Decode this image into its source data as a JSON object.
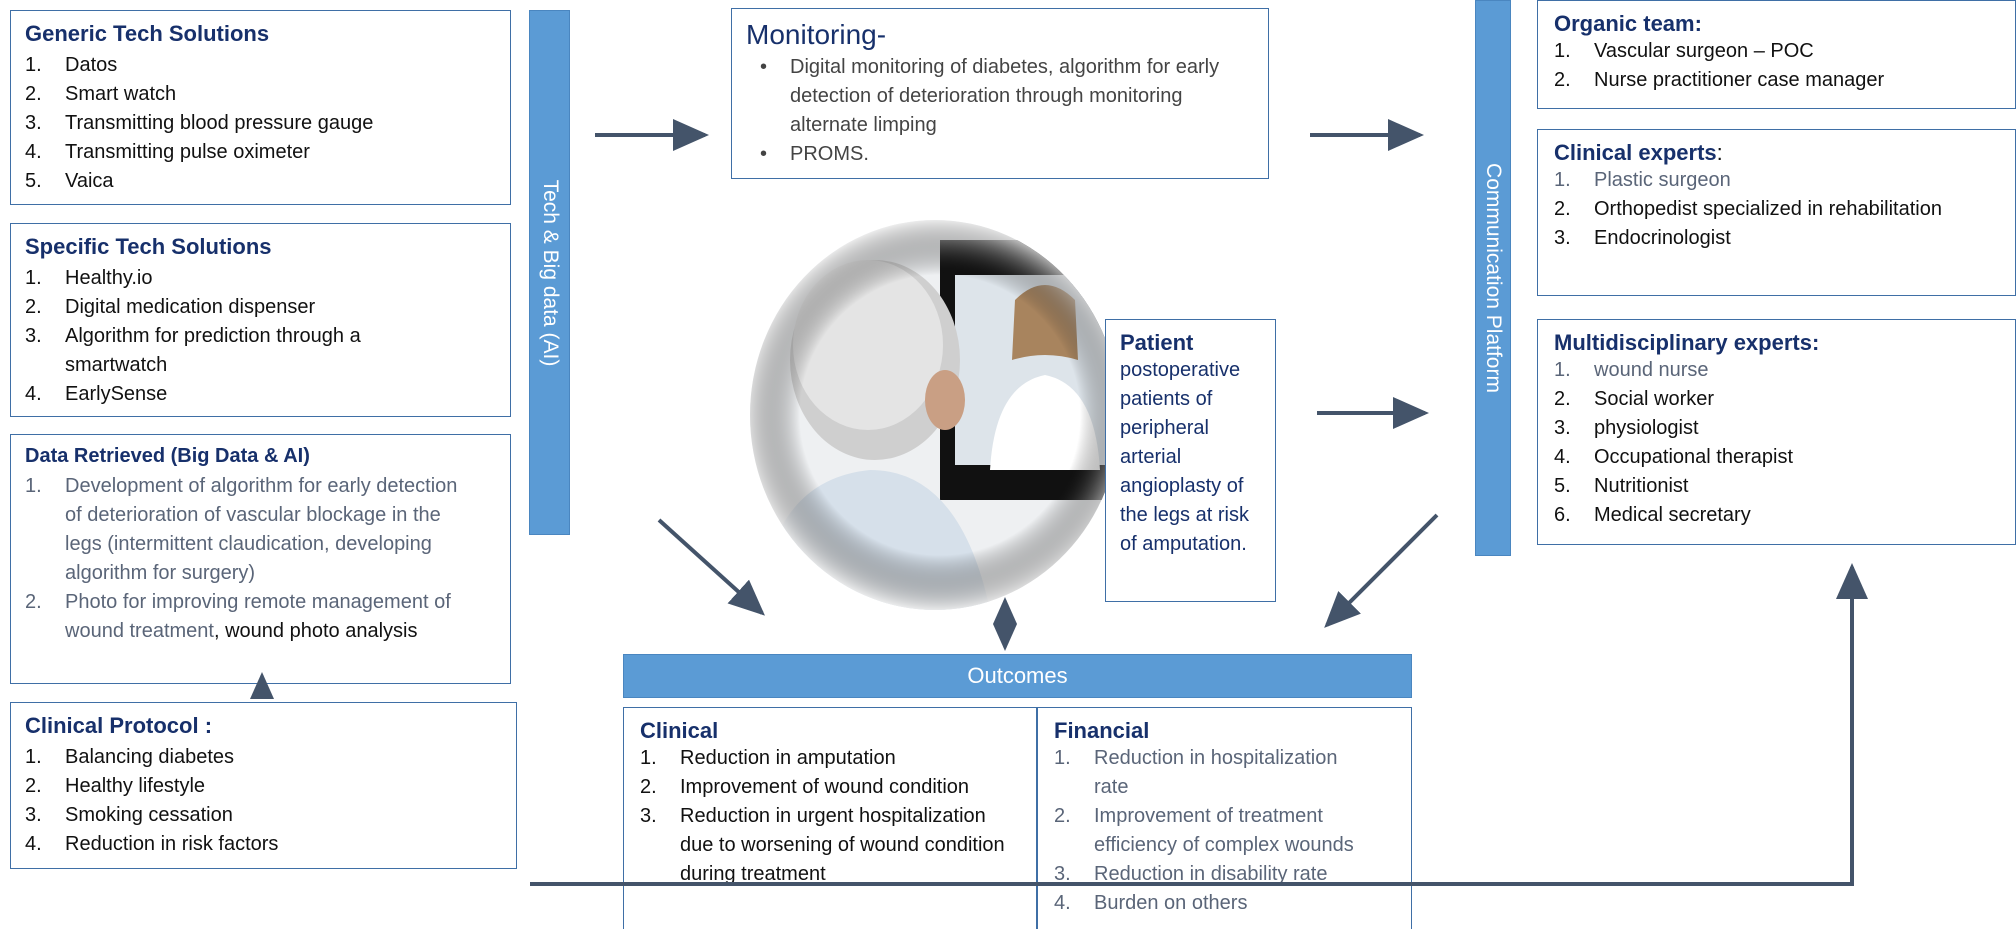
{
  "generic_tech": {
    "title": "Generic Tech Solutions",
    "items": [
      "Datos",
      "Smart watch",
      "Transmitting blood pressure gauge",
      "Transmitting pulse oximeter",
      "Vaica"
    ]
  },
  "specific_tech": {
    "title": "Specific Tech Solutions",
    "items": [
      "Healthy.io",
      "Digital medication dispenser",
      "Algorithm for prediction through a smartwatch",
      "EarlySense"
    ]
  },
  "data_retrieved": {
    "title": "Data Retrieved (Big Data & AI)",
    "item1": "Development of algorithm for early detection of deterioration of vascular blockage in the legs (intermittent claudication, developing algorithm for surgery)",
    "item2_gray": "Photo for improving remote management of wound treatment",
    "item2_dark": ", wound photo analysis"
  },
  "clinical_protocol": {
    "title": "Clinical Protocol :",
    "items": [
      "Balancing diabetes",
      " Healthy lifestyle",
      "Smoking cessation",
      " Reduction in risk factors"
    ]
  },
  "tech_bar": {
    "label": "Tech & Big data (AI)"
  },
  "monitoring": {
    "title": "Monitoring-",
    "items": [
      "Digital monitoring of diabetes, algorithm for early detection of deterioration through monitoring alternate limping",
      " PROMS."
    ]
  },
  "patient": {
    "title": "Patient",
    "text": "postoperative patients of peripheral arterial angioplasty of the legs at risk of amputation."
  },
  "comm_bar": {
    "label": "Communication Platform"
  },
  "organic_team": {
    "title": "Organic team:",
    "items": [
      "Vascular surgeon – POC",
      "Nurse practitioner case manager"
    ]
  },
  "clinical_experts": {
    "title": "Clinical experts",
    "title_suffix": ":",
    "items": [
      "Plastic surgeon",
      "Orthopedist specialized in rehabilitation",
      "Endocrinologist"
    ]
  },
  "multi_experts": {
    "title": "Multidisciplinary experts:",
    "items": [
      "wound nurse",
      "Social worker",
      "physiologist",
      "Occupational therapist",
      "Nutritionist",
      "Medical secretary"
    ]
  },
  "outcomes": {
    "label": "Outcomes",
    "clinical": {
      "title": "Clinical",
      "items": [
        "Reduction in amputation",
        " Improvement of wound condition",
        " Reduction in urgent hospitalization due to worsening of wound condition during treatment"
      ]
    },
    "financial": {
      "title": "Financial",
      "items": [
        "Reduction in hospitalization rate",
        "Improvement of treatment efficiency of complex wounds",
        "Reduction in disability rate",
        "Burden on others"
      ]
    }
  },
  "colors": {
    "accent_bar": "#5b9bd5",
    "box_border": "#3f6fa6",
    "title": "#17306b",
    "arrow": "#44546a"
  }
}
